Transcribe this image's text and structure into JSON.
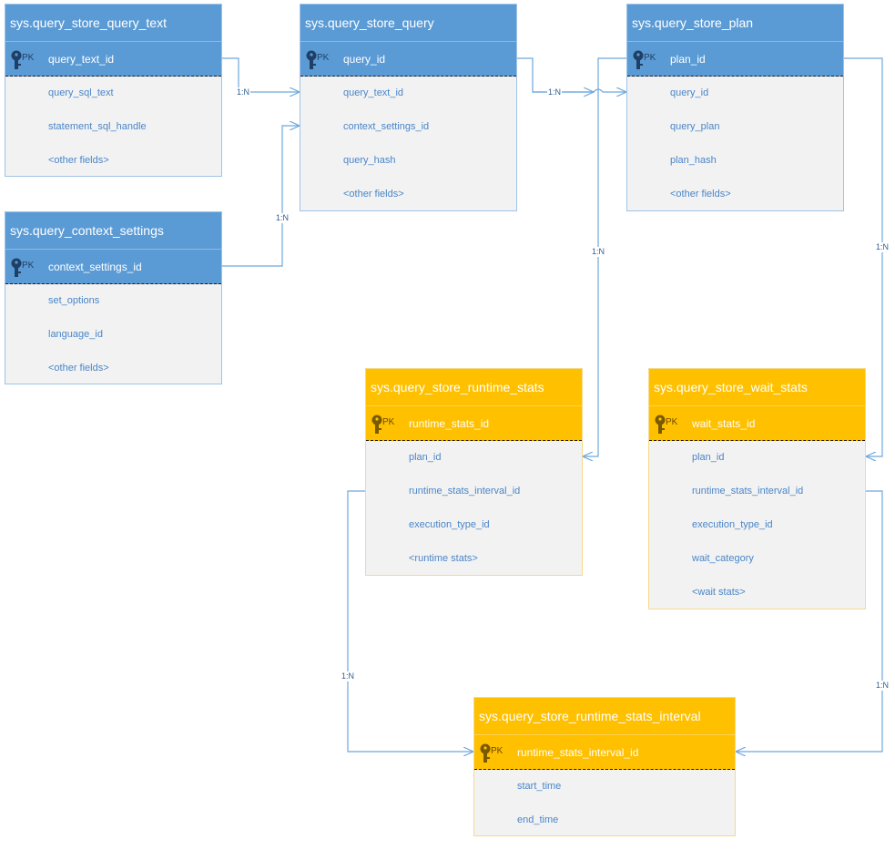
{
  "colors": {
    "blue_header": "#5b9bd5",
    "gold_header": "#ffc000",
    "field_text": "#4a86c8",
    "body_fill": "#f2f2f2",
    "connector": "#6fa8dc"
  },
  "entities": {
    "query_text": {
      "title": "sys.query_store_query_text",
      "pk_label": "PK",
      "pk_field": "query_text_id",
      "fields": [
        "query_sql_text",
        "statement_sql_handle",
        "<other fields>"
      ]
    },
    "query": {
      "title": "sys.query_store_query",
      "pk_label": "PK",
      "pk_field": "query_id",
      "fields": [
        "query_text_id",
        "context_settings_id",
        "query_hash",
        "<other fields>"
      ]
    },
    "plan": {
      "title": "sys.query_store_plan",
      "pk_label": "PK",
      "pk_field": "plan_id",
      "fields": [
        "query_id",
        "query_plan",
        "plan_hash",
        "<other fields>"
      ]
    },
    "context_settings": {
      "title": "sys.query_context_settings",
      "pk_label": "PK",
      "pk_field": "context_settings_id",
      "fields": [
        "set_options",
        "language_id",
        "<other fields>"
      ]
    },
    "runtime_stats": {
      "title": "sys.query_store_runtime_stats",
      "pk_label": "PK",
      "pk_field": "runtime_stats_id",
      "fields": [
        "plan_id",
        "runtime_stats_interval_id",
        "execution_type_id",
        "<runtime stats>"
      ]
    },
    "wait_stats": {
      "title": "sys.query_store_wait_stats",
      "pk_label": "PK",
      "pk_field": "wait_stats_id",
      "fields": [
        "plan_id",
        "runtime_stats_interval_id",
        "execution_type_id",
        "wait_category",
        "<wait stats>"
      ]
    },
    "interval": {
      "title": "sys.query_store_runtime_stats_interval",
      "pk_label": "PK",
      "pk_field": "runtime_stats_interval_id",
      "fields": [
        "start_time",
        "end_time"
      ]
    }
  },
  "relationships": [
    {
      "from": "query_text",
      "to": "query",
      "label": "1:N"
    },
    {
      "from": "query",
      "to": "plan",
      "label": "1:N"
    },
    {
      "from": "context_settings",
      "to": "query",
      "label": "1:N"
    },
    {
      "from": "plan",
      "to": "runtime_stats",
      "label": "1:N"
    },
    {
      "from": "plan",
      "to": "wait_stats",
      "label": "1:N"
    },
    {
      "from": "runtime_stats",
      "to": "interval",
      "label": "1:N"
    },
    {
      "from": "wait_stats",
      "to": "interval",
      "label": "1:N"
    }
  ]
}
